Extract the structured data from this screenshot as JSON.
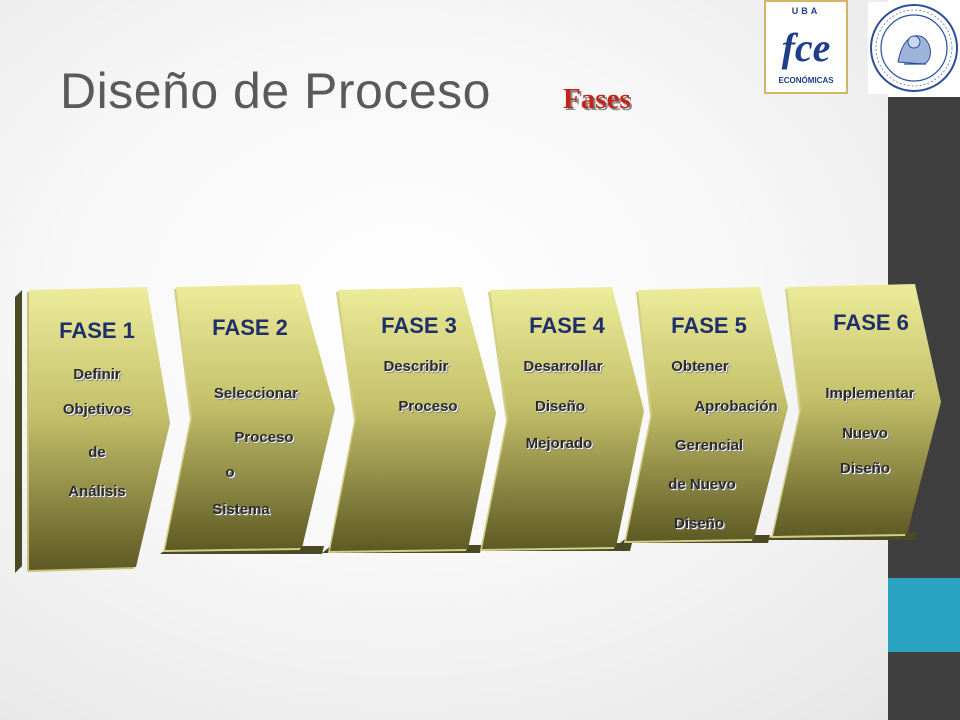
{
  "slide": {
    "title": "Diseño de Proceso",
    "subtitle": "Fases"
  },
  "logos": {
    "fce": {
      "top": "UBA",
      "main": "fce",
      "bottom": "ECONÓMICAS"
    },
    "seal": {
      "name": "university-seal"
    }
  },
  "colors": {
    "chevron_top": "#ecec9a",
    "chevron_bottom": "#5e5a24",
    "title_text": "#1f2f6b",
    "subtitle_red": "#c0271c",
    "sidebar_dark": "#3f3f3f",
    "sidebar_accent": "#2aa3c3"
  },
  "phases": [
    {
      "title": "FASE 1",
      "lines": [
        "Definir",
        "Objetivos",
        "de",
        "Análisis"
      ]
    },
    {
      "title": "FASE 2",
      "lines": [
        "Seleccionar",
        "Proceso",
        "o",
        "Sistema"
      ]
    },
    {
      "title": "FASE 3",
      "lines": [
        "Describir",
        "Proceso"
      ]
    },
    {
      "title": "FASE 4",
      "lines": [
        "Desarrollar",
        "Diseño",
        "Mejorado"
      ]
    },
    {
      "title": "FASE 5",
      "lines": [
        "Obtener",
        "Aprobación",
        "Gerencial",
        "de Nuevo",
        "Diseño"
      ]
    },
    {
      "title": "FASE 6",
      "lines": [
        "Implementar",
        "Nuevo",
        "Diseño"
      ]
    }
  ]
}
